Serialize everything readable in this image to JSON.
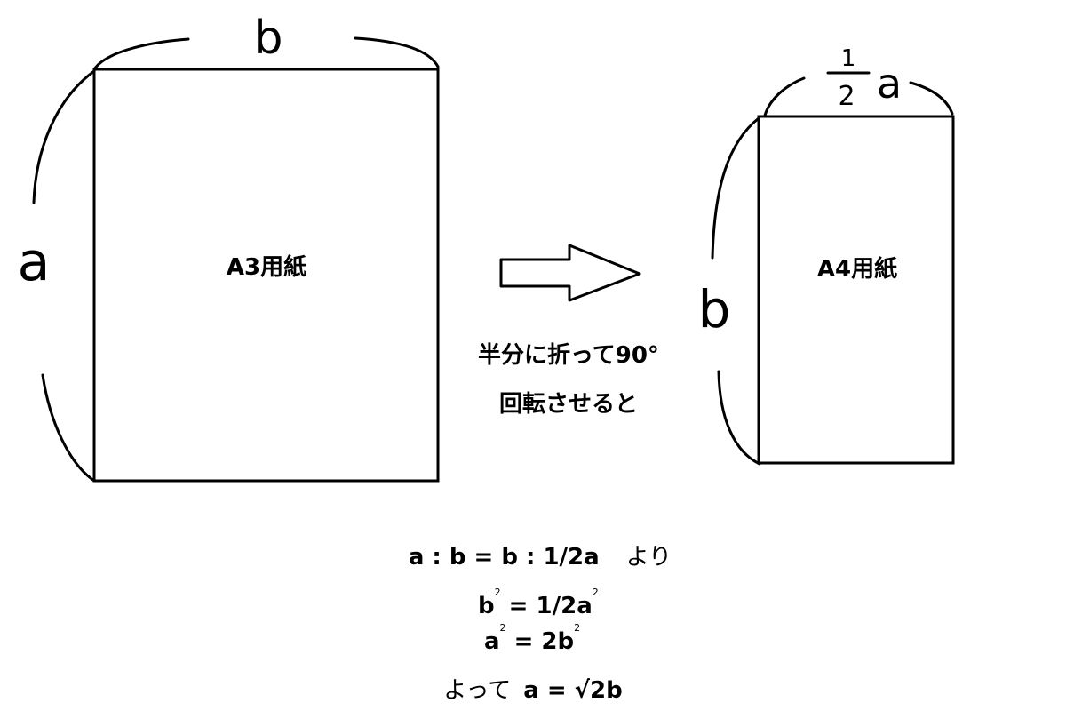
{
  "labels": {
    "a3_paper": "A3用紙",
    "a4_paper": "A4用紙",
    "fold_line1": "半分に折って90°",
    "fold_line2": "回転させると"
  },
  "handwritten": {
    "a3_top": "b",
    "a3_left": "a",
    "a4_top_numerator": "1",
    "a4_top_denominator": "2",
    "a4_top_var": "a",
    "a4_left": "b"
  },
  "equations": {
    "line1": {
      "ratio": "a : b = b : 1/2a",
      "suffix": "より"
    },
    "line2": {
      "left": "b",
      "exp1": "2",
      "mid": " = 1/2a",
      "exp2": "2"
    },
    "line3": {
      "left": "a",
      "exp1": "2",
      "mid": " =  2b",
      "exp2": "2"
    },
    "line4": {
      "prefix": "よって",
      "expr": "a = √2b"
    }
  }
}
